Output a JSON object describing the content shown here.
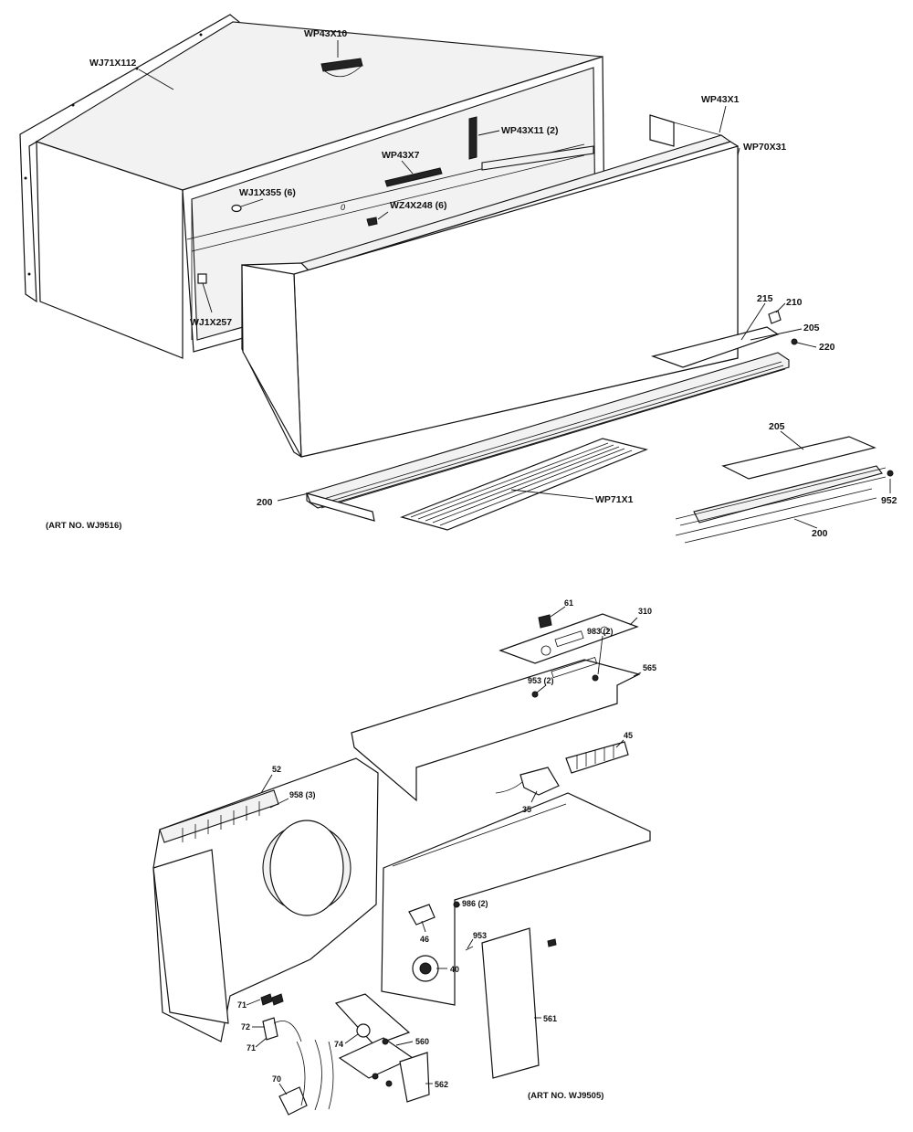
{
  "top_art_number": "(ART NO. WJ9516)",
  "bottom_art_number": "(ART NO. WJ9505)",
  "top_labels": {
    "wj71x112": "WJ71X112",
    "wp43x10": "WP43X10",
    "wp43x1": "WP43X1",
    "wp43x11": "WP43X11 (2)",
    "wp70x31": "WP70X31",
    "wp43x7": "WP43X7",
    "wj1x355": "WJ1X355 (6)",
    "wz4x248": "WZ4X248 (6)",
    "wj1x257": "WJ1X257",
    "p215": "215",
    "p210": "210",
    "p205a": "205",
    "p220": "220",
    "p205b": "205",
    "p200a": "200",
    "wp71x1": "WP71X1",
    "p952": "952",
    "p200b": "200"
  },
  "bottom_labels": {
    "p61": "61",
    "p310": "310",
    "p983": "983 (2)",
    "p953a": "953 (2)",
    "p565": "565",
    "p45": "45",
    "p35": "35",
    "p52": "52",
    "p958": "958 (3)",
    "p986": "986 (2)",
    "p46": "46",
    "p953b": "953",
    "p40": "40",
    "p561": "561",
    "p71a": "71",
    "p72": "72",
    "p71b": "71",
    "p74": "74",
    "p560": "560",
    "p70": "70",
    "p562": "562"
  }
}
